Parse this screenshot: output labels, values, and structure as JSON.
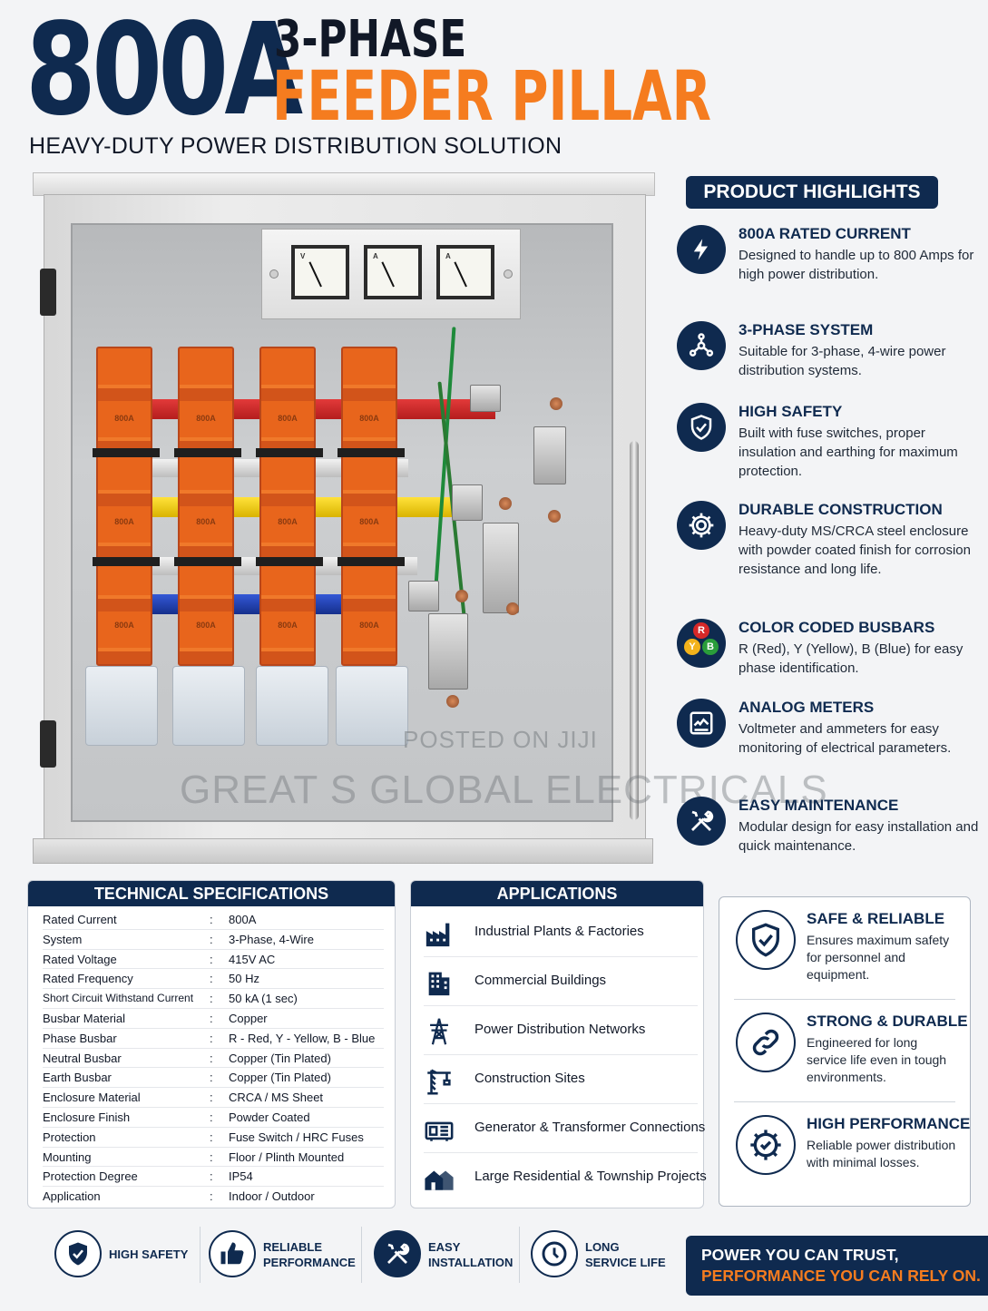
{
  "header": {
    "rating": "800A",
    "line1": "3-PHASE",
    "line2": "FEEDER PILLAR",
    "subtitle": "HEAVY-DUTY POWER DISTRIBUTION SOLUTION"
  },
  "image": {
    "meters": [
      "V",
      "A",
      "A"
    ],
    "fuse_label": "800A",
    "watermark1": "POSTED ON JIJI",
    "watermark2": "GREAT S GLOBAL ELECTRICALS"
  },
  "highlights": {
    "heading": "PRODUCT HIGHLIGHTS",
    "items": [
      {
        "title": "800A RATED CURRENT",
        "desc": "Designed to handle up to 800 Amps for high power distribution.",
        "icon": "lightning-icon"
      },
      {
        "title": "3-PHASE SYSTEM",
        "desc": "Suitable for 3-phase, 4-wire power distribution systems.",
        "icon": "three-phase-icon"
      },
      {
        "title": "HIGH SAFETY",
        "desc": "Built with fuse switches, proper insulation and earthing for maximum protection.",
        "icon": "shield-icon"
      },
      {
        "title": "DURABLE CONSTRUCTION",
        "desc": "Heavy-duty MS/CRCA steel enclosure with powder coated finish for corrosion resistance and long life.",
        "icon": "gear-icon"
      },
      {
        "title": "COLOR CODED BUSBARS",
        "desc": "R (Red), Y (Yellow), B (Blue) for easy phase identification.",
        "icon": "rgb-dots-icon"
      },
      {
        "title": "ANALOG METERS",
        "desc": "Voltmeter and ammeters for easy monitoring of electrical parameters.",
        "icon": "meter-icon"
      },
      {
        "title": "EASY MAINTENANCE",
        "desc": "Modular design for easy installation and quick maintenance.",
        "icon": "tools-icon"
      }
    ],
    "rgb": [
      "R",
      "Y",
      "B"
    ]
  },
  "specs": {
    "heading": "TECHNICAL SPECIFICATIONS",
    "separator": ":",
    "rows": [
      {
        "k": "Rated Current",
        "v": "800A"
      },
      {
        "k": "System",
        "v": "3-Phase, 4-Wire"
      },
      {
        "k": "Rated Voltage",
        "v": "415V AC"
      },
      {
        "k": "Rated Frequency",
        "v": "50 Hz"
      },
      {
        "k": "Short Circuit Withstand Current",
        "v": "50 kA (1 sec)"
      },
      {
        "k": "Busbar Material",
        "v": "Copper"
      },
      {
        "k": "Phase Busbar",
        "v": "R - Red, Y - Yellow, B - Blue"
      },
      {
        "k": "Neutral Busbar",
        "v": "Copper (Tin Plated)"
      },
      {
        "k": "Earth Busbar",
        "v": "Copper (Tin Plated)"
      },
      {
        "k": "Enclosure Material",
        "v": "CRCA / MS Sheet"
      },
      {
        "k": "Enclosure Finish",
        "v": "Powder Coated"
      },
      {
        "k": "Protection",
        "v": "Fuse Switch / HRC Fuses"
      },
      {
        "k": "Mounting",
        "v": "Floor / Plinth Mounted"
      },
      {
        "k": "Protection Degree",
        "v": "IP54"
      },
      {
        "k": "Application",
        "v": "Indoor / Outdoor"
      }
    ]
  },
  "applications": {
    "heading": "APPLICATIONS",
    "items": [
      {
        "label": "Industrial Plants & Factories",
        "icon": "factory-icon"
      },
      {
        "label": "Commercial Buildings",
        "icon": "building-icon"
      },
      {
        "label": "Power Distribution Networks",
        "icon": "pylon-icon"
      },
      {
        "label": "Construction Sites",
        "icon": "crane-icon"
      },
      {
        "label": "Generator & Transformer Connections",
        "icon": "generator-icon"
      },
      {
        "label": "Large Residential & Township Projects",
        "icon": "houses-icon"
      }
    ]
  },
  "benefits": [
    {
      "title": "SAFE & RELIABLE",
      "desc": "Ensures maximum safety for personnel and equipment.",
      "icon": "shield-check-icon"
    },
    {
      "title": "STRONG & DURABLE",
      "desc": "Engineered for long service life even in tough environments.",
      "icon": "chain-link-icon"
    },
    {
      "title": "HIGH PERFORMANCE",
      "desc": "Reliable power distribution with minimal losses.",
      "icon": "gear-check-icon"
    }
  ],
  "footer": {
    "badges": [
      {
        "l1": "HIGH SAFETY",
        "l2": "",
        "icon": "shield-check-icon"
      },
      {
        "l1": "RELIABLE",
        "l2": "PERFORMANCE",
        "icon": "thumbs-up-icon"
      },
      {
        "l1": "EASY",
        "l2": "INSTALLATION",
        "icon": "tools-icon"
      },
      {
        "l1": "LONG",
        "l2": "SERVICE LIFE",
        "icon": "clock-icon"
      }
    ],
    "banner_l1": "POWER YOU CAN TRUST,",
    "banner_l2": "PERFORMANCE YOU CAN RELY ON."
  },
  "colors": {
    "navy": "#0f2a4f",
    "orange": "#f57c1f",
    "red_bus": "#d62828",
    "yellow_bus": "#f2d21b",
    "blue_bus": "#1f3fb0"
  }
}
